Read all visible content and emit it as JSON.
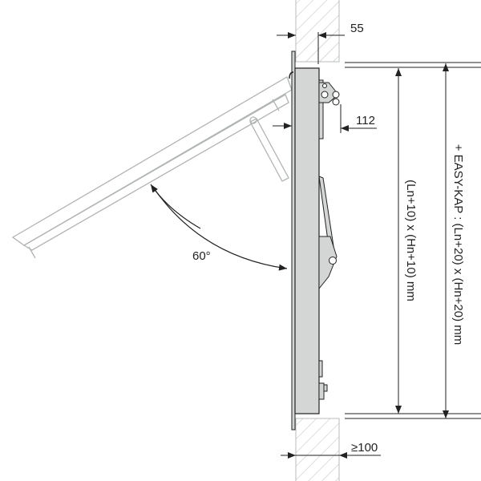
{
  "dimensions": {
    "wall_offset": "55",
    "hinge_depth": "112",
    "opening_angle": "60°",
    "wall_min": "≥100",
    "inner_size": "(Ln+10) x (Hn+10) mm",
    "outer_size": "+ EASY-KAP : (Ln+20) x (Hn+20) mm"
  },
  "colors": {
    "panel": "#d4d6d6",
    "line": "#222222",
    "wall": "#b8bcbc"
  }
}
